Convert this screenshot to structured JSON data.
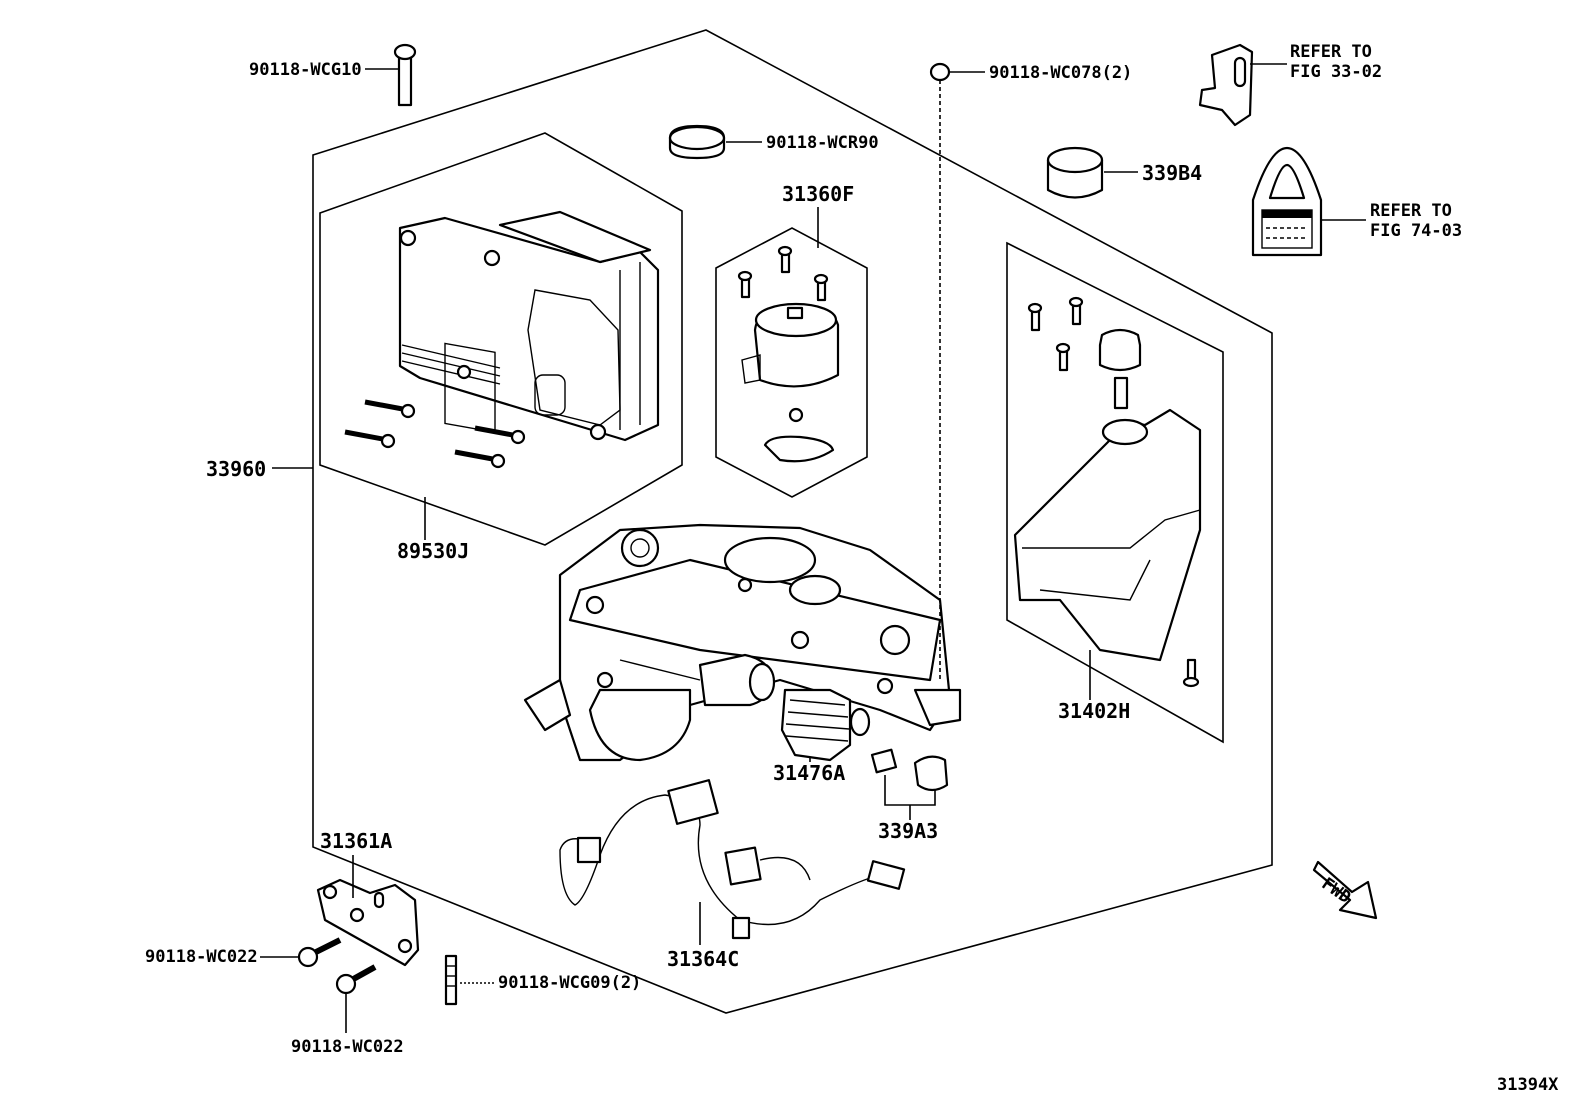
{
  "labels": {
    "bolt_top": "90118-WCG10",
    "nut_top": "90118-WC078(2)",
    "seal_ring": "90118-WCR90",
    "refer_bracket_1": "REFER TO",
    "refer_bracket_2": "FIG 33-02",
    "cap": "339B4",
    "refer_tag_1": "REFER TO",
    "refer_tag_2": "FIG 74-03",
    "motor_kit": "31360F",
    "assembly": "33960",
    "ecu": "89530J",
    "reservoir": "31402H",
    "boot": "31476A",
    "sensor_kit": "339A3",
    "bracket": "31361A",
    "harness": "31364C",
    "bolt_left": "90118-WC022",
    "bolt_bottom": "90118-WC022",
    "stud": "90118-WCG09(2)",
    "fwd": "FWD",
    "figure_id": "31394X"
  }
}
